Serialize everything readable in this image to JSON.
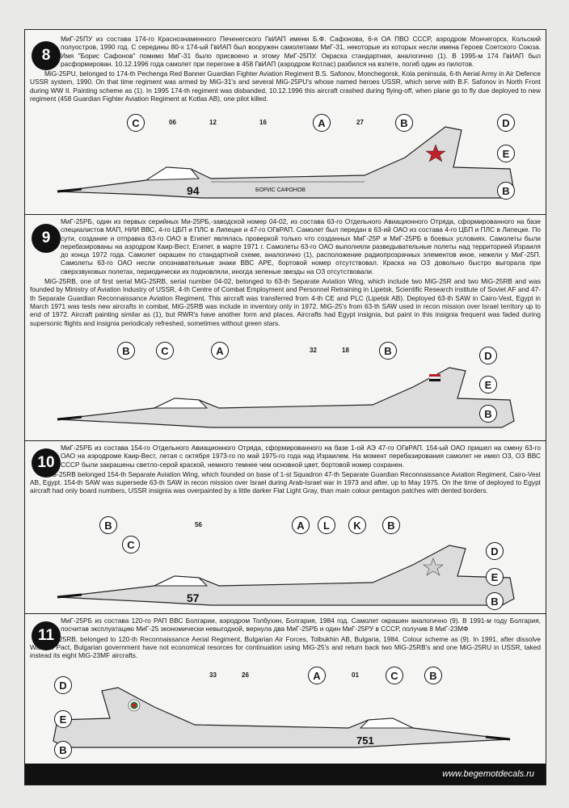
{
  "sections": [
    {
      "number": "8",
      "ru": "МиГ-25ПУ из состава 174-го Краснознаменного Печенегского ГвИАП имени Б.Ф. Сафонова, 6-я ОА ПВО СССР, аэродром Мончегорск, Кольский полуостров, 1990 год. С середины 80-х 174-ый ГвИАП был вооружен самолетами МиГ-31, некоторые из которых несли имена Героев Соетского Союза. Имя \"Борис Сафонов\" помимо МиГ-31 было присвоено и этому МиГ-25ПУ. Окраска стандартная, аналогично (1). В 1995-м 174 ГвИАП был расформирован. 10.12.1996 года самолет при перегоне в 458 ГвИАП (аэродром Котлас) разбился на взлете, погиб один из пилотов.",
      "en": "MiG-25PU, belonged to 174-th Pechenga Red Banner Guardian Fighter Aviation Regiment B.S. Safonov, Monchegorsk, Kola peninsula, 6-th Aerial Army in Air Defence USSR system, 1990. On that time regiment was armed by MiG-31's and several MiG-25PU's whose named heroes USSR, which serve with B.F. Safonov in North Front during WW II. Painting scheme as (1). In 1995 174-th regiment was disbanded, 10.12.1996 this aircraft crashed during flying-off, when plane go to fly due deployed to new regiment (458 Guardian Fighter Aviation Regiment at Kotlas AB), one pilot killed.",
      "labels": [
        "C",
        "A",
        "B",
        "D",
        "E",
        "B"
      ],
      "tags": [
        "06",
        "12",
        "16",
        "27"
      ],
      "board": "94",
      "side_text": "БОРИС САФОНОВ"
    },
    {
      "number": "9",
      "ru": "МиГ-25РБ, один из первых серийных Ми-25РБ,-заводской номер 04-02, из состава 63-го Отдельного Авиационного Отряда, сформированного на базе специалистов МАП, НИИ ВВС, 4-го ЦБП и ПЛС в Липецке и 47-го ОГвРАП. Самолет был передан в 63-ий ОАО из состава 4-го ЦБП и ПЛС в Липецке. По сути, создание и отправка 63-го ОАО в Египет являлась проверкой только что созданных МиГ-25Р и МиГ-25РБ в боевых условиях. Самолеты были перебазированы на аэродром Каир-Вест, Египет, в марте 1971 г. Самолеты 63-го ОАО выполняли разведывательные полеты над территорией Израиля до конца 1972 года. Самолет окрашен по стандартной схеме, аналогично (1), расположение радиопрозрачных элементов иное, нежели у МиГ-25П. Самолеты 63-го ОАО несли опознавательные знаки ВВС АРЕ, бортовой номер отсутствовал. Краска на ОЗ довольно быстро выгорала при сверхзвуковых полетах, периодически их подновляли, иногда зеленые звезды на ОЗ отсутствовали.",
      "en": "MiG-25RB, one of first serial MiG-25RB, serial number 04-02, belonged to 63-th Separate Aviation Wing, which include two MiG-25R and two MiG-25RB and was founded by Ministry of Aviation Industry of USSR, 4-th Centre of Combat Employment and Personnel Retraining in Lipetsk, Scientific Research institute of Soviet AF and 47-th Separate Guardian Reconnaissance Aviation Regiment. This aircraft was transferred from 4-th CE and PLC (Lipetsk AB). Deployed 63-th SAW in Cairo-Vest, Egypt in March 1971 was tests new aircrafts in combat, MiG-25RB was include in inventory only in 1972. MiG-25's from 63-th SAW used in recon mission over Israel territory up to end of 1972. Aircraft painting similar as (1), but RWR's have another form and places. Aircrafts had Egypt insignia, but paint in this insignia frequent was faded during supersonic flights and insignia periodicaly refreshed, sometimes without green stars.",
      "labels": [
        "B",
        "C",
        "A",
        "B",
        "D",
        "E",
        "B"
      ],
      "tags": [
        "32",
        "18"
      ]
    },
    {
      "number": "10",
      "ru": "МиГ-25РБ из состава 154-го Отдельного Авиационного Отряда, сформированного на базе 1-ой АЭ 47-го ОГвРАП. 154-ый ОАО пришел на смену 63-го ОАО на аэродроме Каир-Вест, летая с октября 1973-го по май 1975-го года над Израилем. На момент перебазирования самолет не имел ОЗ, ОЗ ВВС СССР были закрашены светло-серой краской, немного темнее чем основной цвет, бортовой номер сохранен.",
      "en": "MiG-25RB belonged 154-th Separate Aviation Wing, which founded on base of 1-st Squadron 47-th Separate Guardian Reconnaissance Aviation Regiment, Cairo-Vest AB, Egypt. 154-th SAW was supersede 63-th SAW in recon mission over Israel during Arab-Israel war in 1973 and after, up to May 1975. On the time of deployed to Egypt aircraft had only board numbers, USSR insignia was overpainted by a little darker Flat Light Gray, than main colour pentagon patches with dented borders.",
      "labels": [
        "B",
        "C",
        "A",
        "L",
        "K",
        "B",
        "D",
        "E",
        "B"
      ],
      "tags": [
        "56"
      ],
      "board": "57"
    },
    {
      "number": "11",
      "ru": "МиГ-25РБ из состава 120-го РАП ВВС Болгарии, аэродром Толбухин, Болгария, 1984 год. Самолет окрашен аналогично (9). В 1991-м году Болгария, посчитав эксплуатацию МиГ-25 экономически невыгодной, вернула два МиГ-25РБ и один МиГ-25РУ в СССР, получив 8 МиГ-23МФ",
      "en": "MiG-25RB, belonged to 120-th Reconnaissance Aerial Regiment, Bulgarian Air Forces, Tolbukhin AB, Bulgaria, 1984. Colour scheme as (9). In 1991, after dissolve Warsaw Pact, Bulgarian government have not economical resorces for continuation using MiG-25's and return back two MiG-25RB's and one MiG-25RU in USSR, taked instead its eight MiG-23MF aircrafts.",
      "labels": [
        "D",
        "E",
        "B",
        "A",
        "C",
        "B"
      ],
      "tags": [
        "33",
        "26",
        "01"
      ],
      "board": "751"
    }
  ],
  "footer": "www.begemotdecals.ru",
  "colors": {
    "paper": "#f5f5f3",
    "ink": "#1a1a1a",
    "footer_bg": "#111111",
    "star_red": "#c0202a"
  }
}
